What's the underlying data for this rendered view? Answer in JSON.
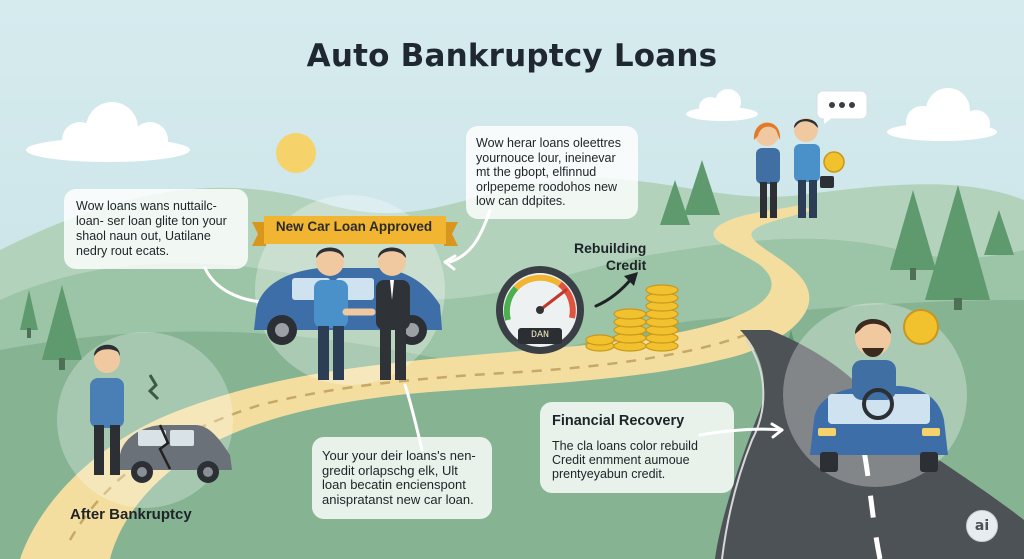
{
  "title": "Auto Bankruptcy Loans",
  "labels": {
    "after_bankruptcy": "After Bankruptcy",
    "rebuilding_credit": "Rebuilding\nCredit",
    "banner": "New Car Loan Approved",
    "gauge_readout": "DAN"
  },
  "bubbles": {
    "top_left": "Wow loans wans nuttailc-\nloan- ser loan glite ton your\nshaol naun out, Uatilane\nnedry rout ecats.",
    "top_center": "Wow herar loans oleettres\nyournouce lour, ineinevar\nmt the gbopt, elfinnud\norlpepeme roodohos new\nlow can ddpites.",
    "bottom_center": "Your your deir loans's nen-\ngredit orlapschg elk, Ult\nloan becatin encienspont\nanispratanst new car loan.",
    "bottom_right_head": "Financial Recovery",
    "bottom_right_body": "The cla loans color rebuild\nCredit enmment aumoue\nprentyeyabun credit."
  },
  "badge": "ai",
  "colors": {
    "sky": "#cfe6ea",
    "hills": "#8fb99a",
    "road_cream": "#f3dea0",
    "road_asphalt": "#4d5257",
    "banner_gold": "#f2b531",
    "car_blue": "#3d6ea8",
    "coin_gold": "#f2c12e"
  }
}
